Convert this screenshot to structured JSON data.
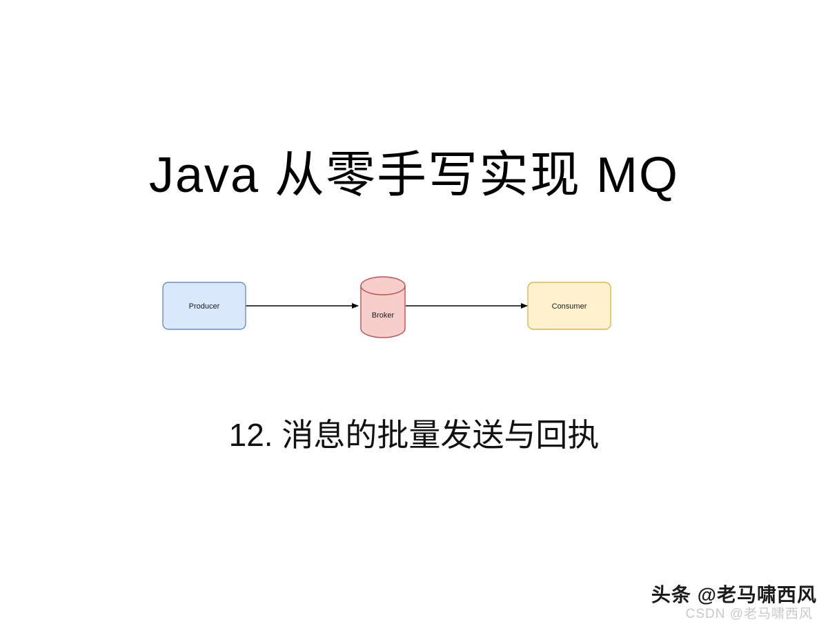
{
  "slide": {
    "background_color": "#ffffff",
    "title": "Java 从零手写实现 MQ",
    "subtitle": "12. 消息的批量发送与回执"
  },
  "diagram": {
    "type": "flow",
    "nodes": [
      {
        "id": "producer",
        "label": "Producer",
        "shape": "rounded-rectangle",
        "fill": "#dae8fc",
        "stroke": "#6c8ebf"
      },
      {
        "id": "broker",
        "label": "Broker",
        "shape": "cylinder",
        "fill": "#f8cecc",
        "stroke": "#b85450"
      },
      {
        "id": "consumer",
        "label": "Consumer",
        "shape": "rounded-rectangle",
        "fill": "#fff2cc",
        "stroke": "#d6b656"
      }
    ],
    "edges": [
      {
        "from": "producer",
        "to": "broker",
        "arrow": "single",
        "color": "#000000"
      },
      {
        "from": "broker",
        "to": "consumer",
        "arrow": "single",
        "color": "#000000"
      }
    ]
  },
  "watermarks": {
    "primary": "头条 @老马啸西风",
    "secondary": "CSDN @老马啸西风",
    "primary_color": "#1b1b1b",
    "secondary_color": "#c9c9c9"
  }
}
